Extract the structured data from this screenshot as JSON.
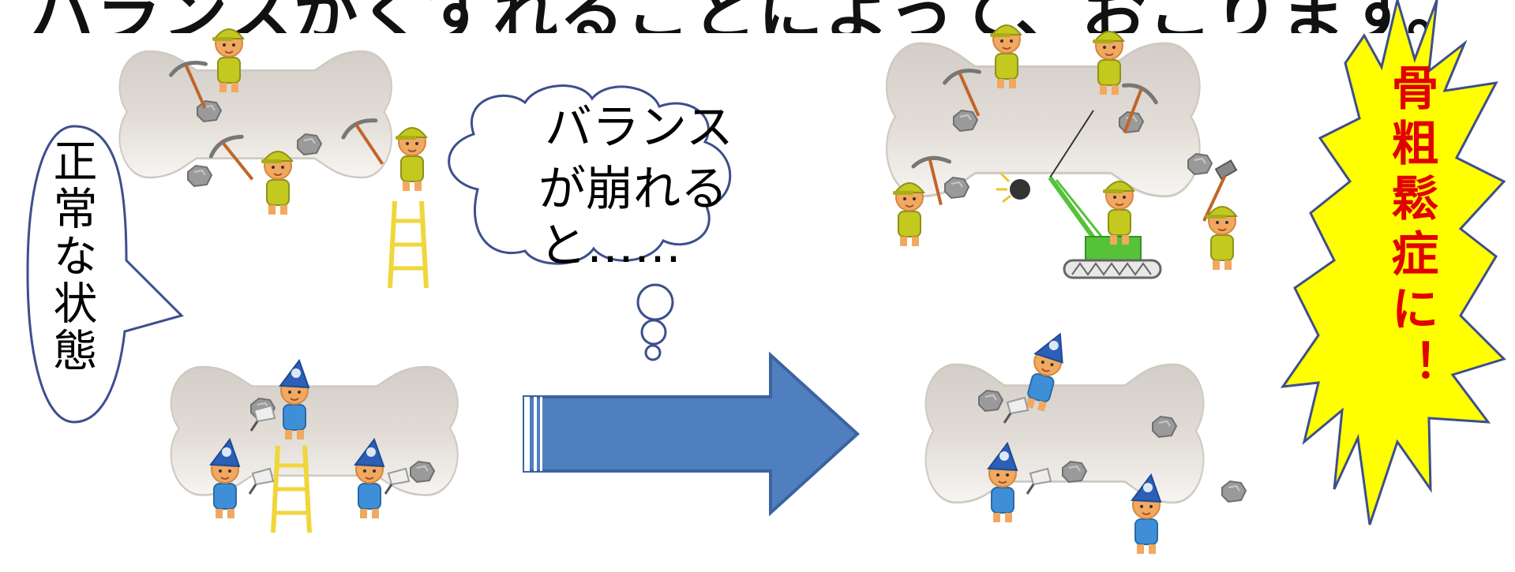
{
  "slide": {
    "top_caption": "バランスがくずれることによって、おこります。"
  },
  "speech_bubble": {
    "text": "正常な状態"
  },
  "thought_cloud": {
    "line1": "バランス",
    "line2": "が崩れる",
    "line3": "と……"
  },
  "burst": {
    "text": "骨粗鬆症に！"
  },
  "colors": {
    "arrow_fill": "#4f7fbf",
    "arrow_stroke": "#3b63a0",
    "burst_fill": "#ffff00",
    "burst_stroke": "#3d4f8c",
    "burst_text": "#e00000",
    "bone_fill": "#d9d4cd",
    "osteoclast_clothes": "#c3c91e",
    "osteoblast_clothes": "#3f8fd8"
  },
  "icons": [
    "bone-icon",
    "osteoclast-worker-icon",
    "osteoblast-worker-icon",
    "pickaxe-icon",
    "trowel-icon",
    "ladder-icon",
    "wrecking-ball-crane-icon",
    "sledgehammer-icon",
    "right-arrow-icon"
  ]
}
